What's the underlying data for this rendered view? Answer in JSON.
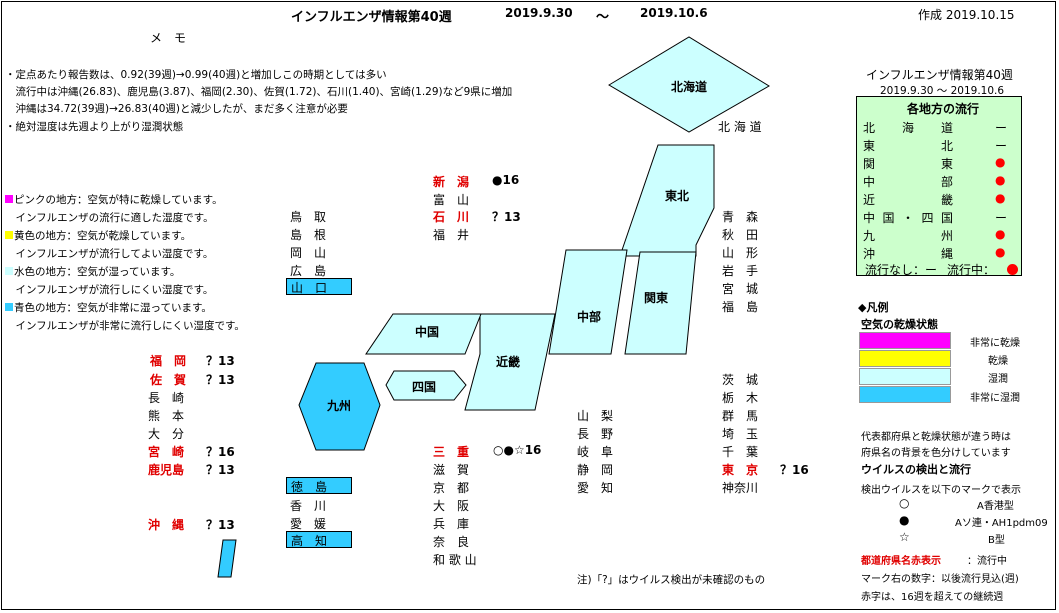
{
  "header": {
    "title": "インフルエンザ情報第40週",
    "date_from": "2019.9.30",
    "tilde": "〜",
    "date_to": "2019.10.6",
    "created": "作成 2019.10.15"
  },
  "memo": {
    "title": "メ　モ",
    "lines": [
      "・定点あたり報告数は、0.92(39週)→0.99(40週)と増加しこの時期としては多い",
      "　流行中は沖縄(26.83)、鹿児島(3.87)、福岡(2.30)、佐賀(1.72)、石川(1.40)、宮崎(1.29)など9県に増加",
      "　沖縄は34.72(39週)→26.83(40週)と減少したが、まだ多く注意が必要",
      "・絶対湿度は先週より上がり湿潤状態"
    ]
  },
  "humidity_notes": [
    "ピンクの地方：空気が特に乾燥しています。",
    "　インフルエンザの流行に適した湿度です。",
    "黄色の地方：空気が乾燥しています。",
    "　インフルエンザが流行してよい湿度です。",
    "水色の地方：空気が湿っています。",
    "　インフルエンザが流行しにくい湿度です。",
    "青色の地方：空気が非常に湿っています。",
    "　インフルエンザが非常に流行しにくい湿度です。"
  ],
  "colors": {
    "pink": "#ff00ff",
    "yellow": "#ffff00",
    "light_blue": "#ccffff",
    "blue": "#33ccff",
    "panel_green": "#ccffcc",
    "red": "#ff0000"
  },
  "regions": {
    "hokkaido": "北海道",
    "tohoku": "東北",
    "kanto": "関東",
    "chubu": "中部",
    "kinki": "近畿",
    "chugoku": "中国",
    "shikoku": "四国",
    "kyushu": "九州"
  },
  "prefectures": {
    "hokkaido": "北 海 道",
    "niigata": "新　潟",
    "niigata_mark": "●16",
    "toyama": "富　山",
    "ishikawa": "石　川",
    "ishikawa_mark": "？13",
    "fukui": "福　井",
    "tottori": "鳥　取",
    "shimane": "島　根",
    "okayama": "岡　山",
    "hiroshima": "広　島",
    "yamaguchi": "山　口",
    "aomori": "青　森",
    "akita": "秋　田",
    "yamagata": "山　形",
    "iwate": "岩　手",
    "miyagi": "宮　城",
    "fukushima": "福　島",
    "fukuoka": "福　岡",
    "fukuoka_mark": "？13",
    "saga": "佐　賀",
    "saga_mark": "？13",
    "nagasaki": "長　崎",
    "kumamoto": "熊　本",
    "oita": "大　分",
    "miyazaki": "宮　崎",
    "miyazaki_mark": "？16",
    "kagoshima": "鹿児島",
    "kagoshima_mark": "？13",
    "okinawa": "沖　縄",
    "okinawa_mark": "？13",
    "ibaraki": "茨　城",
    "tochigi": "栃　木",
    "gunma": "群　馬",
    "saitama": "埼　玉",
    "chiba": "千　葉",
    "tokyo": "東　京",
    "tokyo_mark": "？16",
    "kanagawa": "神奈川",
    "yamanashi": "山　梨",
    "nagano": "長　野",
    "gifu": "岐　阜",
    "shizuoka": "静　岡",
    "aichi": "愛　知",
    "mie": "三　重",
    "mie_mark": "○●☆16",
    "shiga": "滋　賀",
    "kyoto": "京　都",
    "osaka": "大　阪",
    "hyogo": "兵　庫",
    "nara": "奈　良",
    "wakayama": "和 歌 山",
    "tokushima": "徳　島",
    "kagawa": "香　川",
    "ehime": "愛　媛",
    "kochi": "高　知"
  },
  "footnote": "注)「?」はウイルス検出が未確認のもの",
  "panel": {
    "title": "インフルエンザ情報第40週",
    "dates": "2019.9.30 〜 2019.10.6",
    "heading": "各地方の流行",
    "rows": [
      {
        "name": "北海道",
        "status": "ー"
      },
      {
        "name": "東北",
        "status": "ー"
      },
      {
        "name": "関東",
        "status": "●"
      },
      {
        "name": "中部",
        "status": "●"
      },
      {
        "name": "近畿",
        "status": "●"
      },
      {
        "name": "中国・四国",
        "status": "ー"
      },
      {
        "name": "九州",
        "status": "●"
      },
      {
        "name": "沖縄",
        "status": "●"
      }
    ],
    "footer_none": "流行なし：ー",
    "footer_active": "流行中："
  },
  "legend": {
    "title": "◆凡例",
    "humidity_title": "空気の乾燥状態",
    "very_dry": "非常に乾燥",
    "dry": "乾燥",
    "humid": "湿潤",
    "very_humid": "非常に湿潤",
    "note1": "代表都府県と乾燥状態が違う時は",
    "note2": "府県名の背景を色分けしています",
    "virus_title": "ウイルスの検出と流行",
    "virus_desc": "検出ウイルスを以下のマークで表示",
    "mark_a_h3": "○",
    "label_a_h3": "A香港型",
    "mark_a_h1": "●",
    "label_a_h1": "Aソ連・AH1pdm09",
    "mark_b": "☆",
    "label_b": "B型",
    "red_label": "都道府県名赤表示",
    "red_desc": "：流行中",
    "mark_num": "マーク右の数字：以後流行見込(週)",
    "red_num": "赤字は、16週を超えての継続週"
  }
}
